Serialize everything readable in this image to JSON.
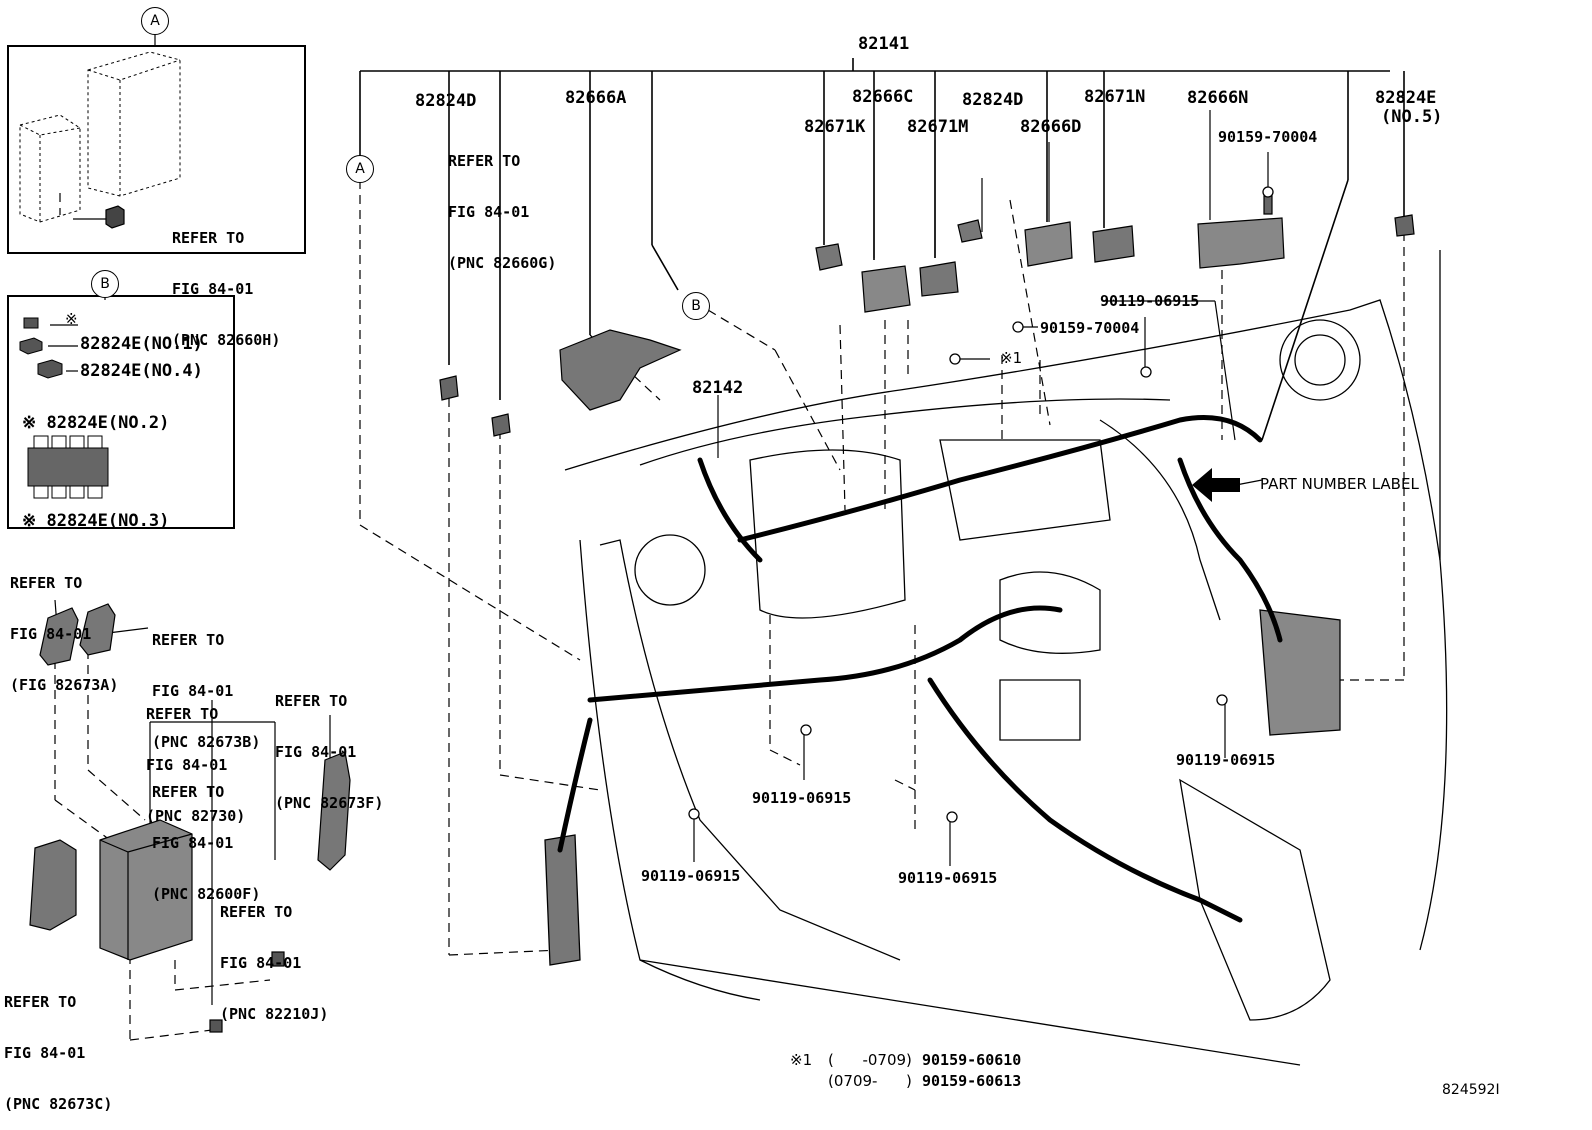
{
  "insets": {
    "a": {
      "marker": "A",
      "refer": [
        "REFER TO",
        "FIG 84-01",
        "(PNC 82660H)"
      ]
    },
    "b": {
      "marker": "B",
      "items": [
        "※",
        "82824E(NO.1)",
        "82824E(NO.4)",
        "※ 82824E(NO.2)",
        "※ 82824E(NO.3)"
      ]
    }
  },
  "main_markers": {
    "a": "A",
    "b": "B"
  },
  "refers": {
    "r82673a": [
      "REFER TO",
      "FIG 84-01",
      "(FIG 82673A)"
    ],
    "r82673b": [
      "REFER TO",
      "FIG 84-01",
      "(PNC 82673B)"
    ],
    "r82673f": [
      "REFER TO",
      "FIG 84-01",
      "(PNC 82673F)"
    ],
    "r82730": [
      "REFER TO",
      "FIG 84-01",
      "(PNC 82730)"
    ],
    "r82600f": [
      "REFER TO",
      "FIG 84-01",
      "(PNC 82600F)"
    ],
    "r82210j": [
      "REFER TO",
      "FIG 84-01",
      "(PNC 82210J)"
    ],
    "r82673c": [
      "REFER TO",
      "FIG 84-01",
      "(PNC 82673C)"
    ],
    "r82660g": [
      "REFER TO",
      "FIG 84-01",
      "(PNC 82660G)"
    ]
  },
  "parts": {
    "main_harness": "82141",
    "p82824d_left": "82824D",
    "p82666a": "82666A",
    "p82666c": "82666C",
    "p82824d_right": "82824D",
    "p82671n": "82671N",
    "p82666n": "82666N",
    "p82824e": "82824E",
    "p82824e_no5": "(NO.5)",
    "p82671k": "82671K",
    "p82671m": "82671M",
    "p82666d": "82666D",
    "p82142": "82142",
    "bolt_70004_top": "90159-70004",
    "bolt_70004_mid": "90159-70004",
    "screw_06915_top": "90119-06915",
    "screw_06915_center": "90119-06915",
    "screw_06915_left": "90119-06915",
    "screw_06915_mid": "90119-06915",
    "screw_06915_right": "90119-06915",
    "note1_marker": "※1",
    "part_number_label": "PART NUMBER LABEL"
  },
  "footnote": {
    "marker": "※1",
    "row1_range": "(      -0709)",
    "row1_part": "90159-60610",
    "row2_range": "(0709-      )",
    "row2_part": "90159-60613"
  },
  "illustration_id": "824592I"
}
